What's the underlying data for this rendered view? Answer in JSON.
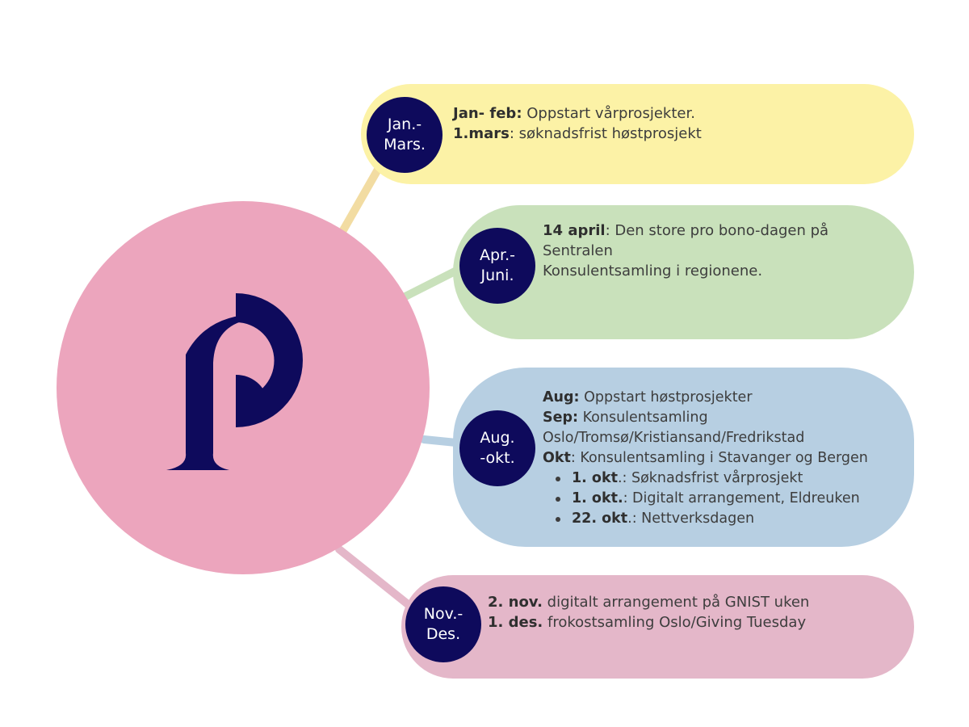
{
  "colors": {
    "hub": "#eca5bd",
    "logo": "#0e0a5c",
    "badge": "#0e0a5c",
    "q1_fill": "#fcf2a6",
    "q2_fill": "#c9e1bb",
    "q3_fill": "#b7cfe2",
    "q4_fill": "#e4b7c9"
  },
  "logo": {
    "icon": "letter-p-logo-icon"
  },
  "periods": [
    {
      "badge_line1": "Jan.-",
      "badge_line2": "Mars.",
      "lines": [
        {
          "bold": "Jan- feb:",
          "rest": " Oppstart vårprosjekter."
        },
        {
          "bold": "1.mars",
          "rest": ": søknadsfrist høstprosjekt"
        }
      ]
    },
    {
      "badge_line1": "Apr.-",
      "badge_line2": "Juni.",
      "lines": [
        {
          "bold": "14 april",
          "rest": ": Den store pro bono-dagen på"
        },
        {
          "bold": "",
          "rest": "Sentralen"
        },
        {
          "bold": "",
          "rest": "Konsulentsamling i regionene."
        }
      ]
    },
    {
      "badge_line1": "Aug.",
      "badge_line2": "-okt.",
      "lines": [
        {
          "bold": "Aug:",
          "rest": " Oppstart høstprosjekter"
        },
        {
          "bold": "Sep:",
          "rest": " Konsulentsamling"
        },
        {
          "bold": "",
          "rest": "Oslo/Tromsø/Kristiansand/Fredrikstad"
        },
        {
          "bold": "Okt",
          "rest": ": Konsulentsamling i Stavanger og Bergen"
        }
      ],
      "bullets": [
        {
          "bold": "1. okt",
          "rest": ".: Søknadsfrist vårprosjekt"
        },
        {
          "bold": "1. okt.",
          "rest": ": Digitalt arrangement, Eldreuken"
        },
        {
          "bold": "22. okt",
          "rest": ".: Nettverksdagen"
        }
      ]
    },
    {
      "badge_line1": "Nov.-",
      "badge_line2": "Des.",
      "lines": [
        {
          "bold": "2. nov.",
          "rest": " digitalt arrangement på GNIST uken"
        },
        {
          "bold": "1. des.",
          "rest": " frokostsamling Oslo/Giving Tuesday"
        }
      ]
    }
  ]
}
